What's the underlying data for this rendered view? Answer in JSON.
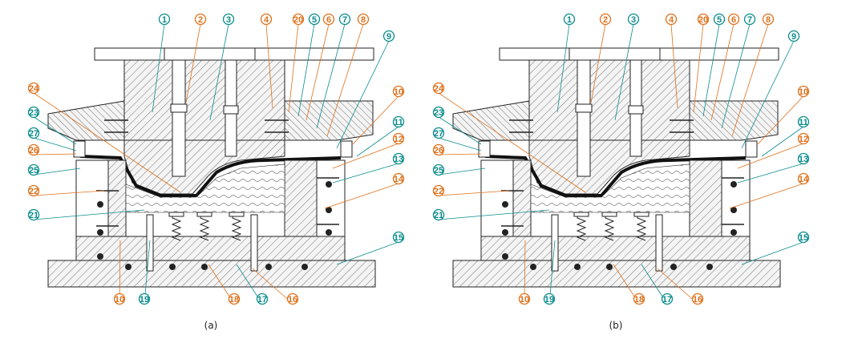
{
  "diagram": {
    "colors": {
      "line": "#222222",
      "hatch": "#555555",
      "part_fill": "#f2f2f2",
      "sheet": "#111111",
      "label_teal": "#0a8c8c",
      "label_orange": "#e0701a",
      "hole": "#222222"
    },
    "views": [
      {
        "id": "a",
        "caption": "(a)",
        "labels": [
          {
            "n": "1",
            "color": "teal"
          },
          {
            "n": "2",
            "color": "orange"
          },
          {
            "n": "3",
            "color": "teal"
          },
          {
            "n": "4",
            "color": "orange"
          },
          {
            "n": "20",
            "color": "orange"
          },
          {
            "n": "5",
            "color": "teal"
          },
          {
            "n": "6",
            "color": "orange"
          },
          {
            "n": "7",
            "color": "teal"
          },
          {
            "n": "8",
            "color": "orange"
          },
          {
            "n": "9",
            "color": "teal"
          },
          {
            "n": "24",
            "color": "orange"
          },
          {
            "n": "23",
            "color": "teal"
          },
          {
            "n": "27",
            "color": "teal"
          },
          {
            "n": "26",
            "color": "orange"
          },
          {
            "n": "25",
            "color": "teal"
          },
          {
            "n": "22",
            "color": "orange"
          },
          {
            "n": "21",
            "color": "teal"
          },
          {
            "n": "10",
            "color": "orange"
          },
          {
            "n": "11",
            "color": "teal"
          },
          {
            "n": "12",
            "color": "orange"
          },
          {
            "n": "13",
            "color": "teal"
          },
          {
            "n": "14",
            "color": "orange"
          },
          {
            "n": "15",
            "color": "teal"
          },
          {
            "n": "10",
            "color": "orange"
          },
          {
            "n": "19",
            "color": "teal"
          },
          {
            "n": "18",
            "color": "orange"
          },
          {
            "n": "17",
            "color": "teal"
          },
          {
            "n": "16",
            "color": "orange"
          }
        ]
      },
      {
        "id": "b",
        "caption": "(b)",
        "labels": [
          {
            "n": "1",
            "color": "teal"
          },
          {
            "n": "2",
            "color": "orange"
          },
          {
            "n": "3",
            "color": "teal"
          },
          {
            "n": "4",
            "color": "orange"
          },
          {
            "n": "20",
            "color": "orange"
          },
          {
            "n": "5",
            "color": "teal"
          },
          {
            "n": "6",
            "color": "orange"
          },
          {
            "n": "7",
            "color": "teal"
          },
          {
            "n": "8",
            "color": "orange"
          },
          {
            "n": "9",
            "color": "teal"
          },
          {
            "n": "24",
            "color": "orange"
          },
          {
            "n": "23",
            "color": "teal"
          },
          {
            "n": "27",
            "color": "teal"
          },
          {
            "n": "26",
            "color": "orange"
          },
          {
            "n": "25",
            "color": "teal"
          },
          {
            "n": "22",
            "color": "orange"
          },
          {
            "n": "21",
            "color": "teal"
          },
          {
            "n": "10",
            "color": "orange"
          },
          {
            "n": "11",
            "color": "teal"
          },
          {
            "n": "12",
            "color": "orange"
          },
          {
            "n": "13",
            "color": "teal"
          },
          {
            "n": "14",
            "color": "orange"
          },
          {
            "n": "15",
            "color": "teal"
          },
          {
            "n": "10",
            "color": "orange"
          },
          {
            "n": "19",
            "color": "teal"
          },
          {
            "n": "18",
            "color": "orange"
          },
          {
            "n": "17",
            "color": "teal"
          },
          {
            "n": "16",
            "color": "orange"
          }
        ]
      }
    ]
  }
}
